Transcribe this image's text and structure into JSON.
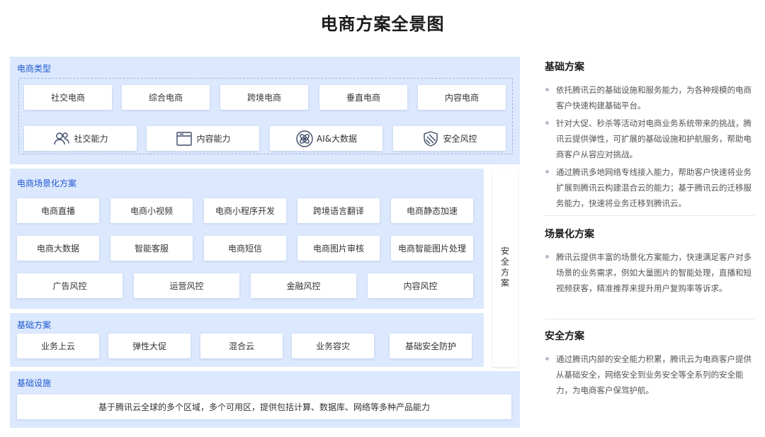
{
  "title": "电商方案全景图",
  "ecommerce_types": {
    "label": "电商类型",
    "types": [
      "社交电商",
      "综合电商",
      "跨境电商",
      "垂直电商",
      "内容电商"
    ],
    "capabilities": [
      {
        "label": "社交能力",
        "icon": "people-icon"
      },
      {
        "label": "内容能力",
        "icon": "window-icon"
      },
      {
        "label": "AI&大数据",
        "icon": "atom-icon"
      },
      {
        "label": "安全风控",
        "icon": "shield-icon"
      }
    ]
  },
  "scenario_solutions": {
    "label": "电商场景化方案",
    "row1": [
      "电商直播",
      "电商小视频",
      "电商小程序开发",
      "跨境语言翻译",
      "电商静态加速"
    ],
    "row2": [
      "电商大数据",
      "智能客服",
      "电商短信",
      "电商图片审核",
      "电商智能图片处理"
    ],
    "row3": [
      "广告风控",
      "运营风控",
      "金融风控",
      "内容风控"
    ]
  },
  "basic_solutions": {
    "label": "基础方案",
    "items": [
      "业务上云",
      "弹性大促",
      "混合云",
      "业务容灾",
      "基础安全防护"
    ]
  },
  "security_column": "安全方案",
  "infrastructure": {
    "label": "基础设施",
    "text": "基于腾讯云全球的多个区域，多个可用区，提供包括计算、数据库、网络等多种产品能力"
  },
  "side": {
    "sections": [
      {
        "heading": "基础方案",
        "bullets": [
          "依托腾讯云的基础设施和服务能力，为各种规模的电商客户快速构建基础平台。",
          "针对大促、秒杀等活动对电商业务系统带来的挑战，腾讯云提供弹性，可扩展的基础设施和护航服务，帮助电商客户从容应对挑战。",
          "通过腾讯多地网络专线接入能力，帮助客户快速将业务扩展到腾讯云构建混合云的能力；基于腾讯云的迁移服务能力，快速将业务迁移到腾讯云。"
        ]
      },
      {
        "heading": "场景化方案",
        "bullets": [
          "腾讯云提供丰富的场景化方案能力，快速满足客户对多场景的业务需求，例如大量图片的智能处理，直播和短视频获客，精准推荐来提升用户复购率等诉求。"
        ]
      },
      {
        "heading": "安全方案",
        "bullets": [
          "通过腾讯内部的安全能力积累，腾讯云为电商客户提供从基础安全，网络安全到业务安全等全系列的安全能力，为电商客户保驾护航。"
        ]
      }
    ]
  },
  "colors": {
    "panel": "#dce8fd",
    "label": "#1f5ad1",
    "icon": "#3c4a66"
  }
}
